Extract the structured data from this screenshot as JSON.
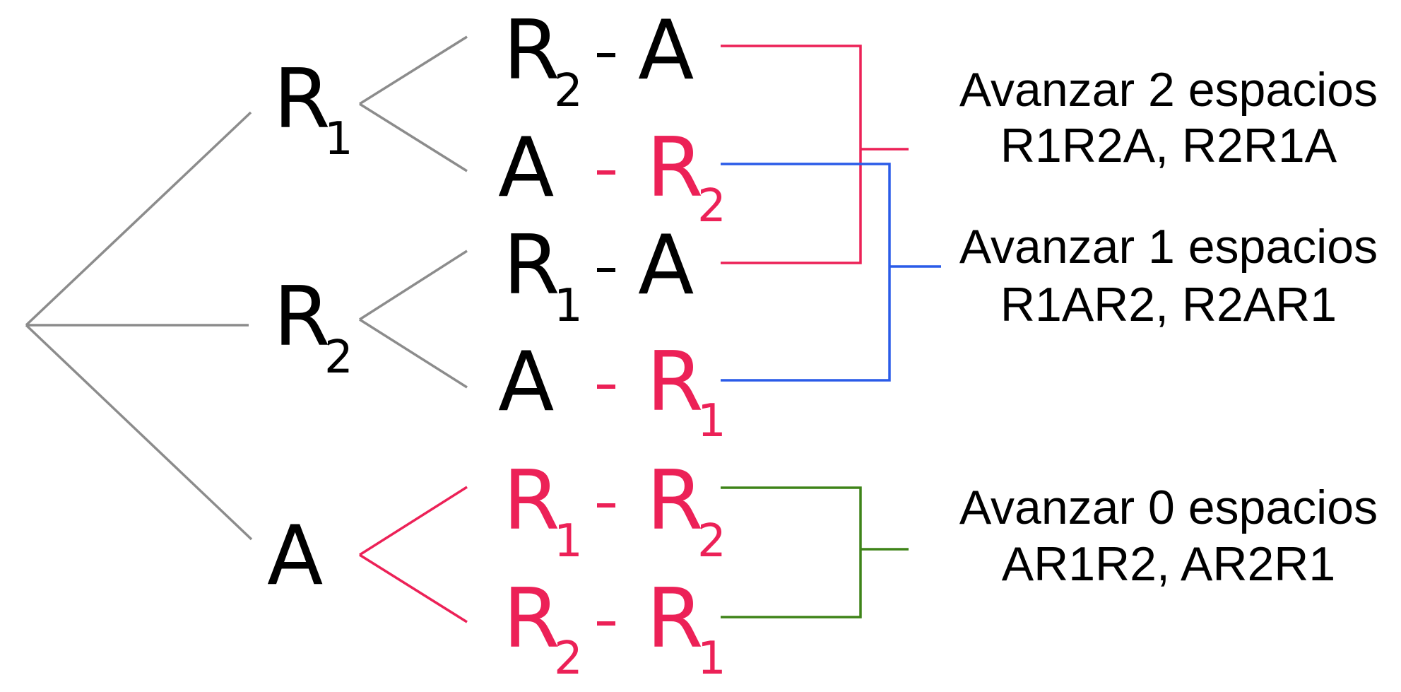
{
  "colors": {
    "branch_default": "#8c8c8c",
    "text_default": "#000000",
    "highlight": "#ec2157",
    "group_2": "#ec2157",
    "group_1": "#2a5be8",
    "group_0": "#3e8418"
  },
  "tree": {
    "root_children": [
      {
        "id": "R1",
        "letter": "R",
        "sub": "1",
        "color": "text_default",
        "branch_color": "branch_default"
      },
      {
        "id": "R2",
        "letter": "R",
        "sub": "2",
        "color": "text_default",
        "branch_color": "branch_default"
      },
      {
        "id": "A",
        "letter": "A",
        "sub": "",
        "color": "text_default",
        "branch_color": "branch_default"
      }
    ],
    "leaves": [
      {
        "parent": "R1",
        "first": {
          "letter": "R",
          "sub": "2",
          "color": "text_default"
        },
        "dash_color": "text_default",
        "second": {
          "letter": "A",
          "sub": "",
          "color": "text_default"
        },
        "group": 2,
        "branch_color": "branch_default"
      },
      {
        "parent": "R1",
        "first": {
          "letter": "A",
          "sub": "",
          "color": "text_default"
        },
        "dash_color": "highlight",
        "second": {
          "letter": "R",
          "sub": "2",
          "color": "highlight"
        },
        "group": 1,
        "branch_color": "branch_default"
      },
      {
        "parent": "R2",
        "first": {
          "letter": "R",
          "sub": "1",
          "color": "text_default"
        },
        "dash_color": "text_default",
        "second": {
          "letter": "A",
          "sub": "",
          "color": "text_default"
        },
        "group": 2,
        "branch_color": "branch_default"
      },
      {
        "parent": "R2",
        "first": {
          "letter": "A",
          "sub": "",
          "color": "text_default"
        },
        "dash_color": "highlight",
        "second": {
          "letter": "R",
          "sub": "1",
          "color": "highlight"
        },
        "group": 1,
        "branch_color": "branch_default"
      },
      {
        "parent": "A",
        "first": {
          "letter": "R",
          "sub": "1",
          "color": "highlight"
        },
        "dash_color": "highlight",
        "second": {
          "letter": "R",
          "sub": "2",
          "color": "highlight"
        },
        "group": 0,
        "branch_color": "highlight"
      },
      {
        "parent": "A",
        "first": {
          "letter": "R",
          "sub": "2",
          "color": "highlight"
        },
        "dash_color": "highlight",
        "second": {
          "letter": "R",
          "sub": "1",
          "color": "highlight"
        },
        "group": 0,
        "branch_color": "highlight"
      }
    ],
    "dash": "-"
  },
  "outcomes": [
    {
      "group": 2,
      "title": "Avanzar 2 espacios",
      "sequences": "R1R2A, R2R1A",
      "color": "group_2"
    },
    {
      "group": 1,
      "title": "Avanzar 1 espacios",
      "sequences": "R1AR2, R2AR1",
      "color": "group_1"
    },
    {
      "group": 0,
      "title": "Avanzar 0 espacios",
      "sequences": "AR1R2, AR2R1",
      "color": "group_0"
    }
  ]
}
